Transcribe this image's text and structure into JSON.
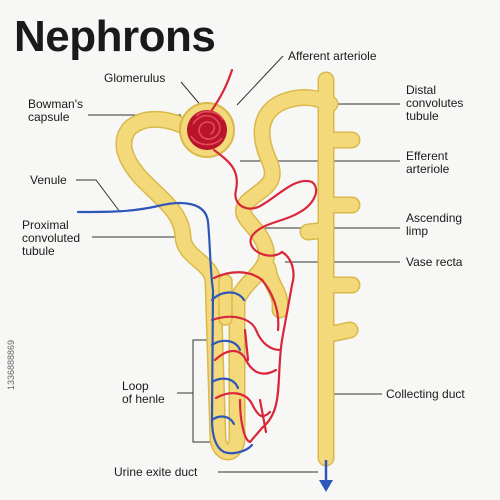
{
  "title": "Nephrons",
  "labels": {
    "afferent": "Afferent arteriole",
    "glomerulus": "Glomerulus",
    "bowmans": "Bowman's\ncapsule",
    "distal": "Distal\nconvolutes\ntubule",
    "efferent": "Efferent\narteriole",
    "venule": "Venule",
    "proximal": "Proximal\nconvoluted\ntubule",
    "ascending": "Ascending\nlimp",
    "vase_recta": "Vase recta",
    "loop": "Loop\nof henle",
    "collecting": "Collecting duct",
    "urine": "Urine exite duct"
  },
  "stock_id": "1336888869",
  "colors": {
    "tubule": "#f3d97a",
    "tubule_edge": "#d9b94a",
    "artery": "#d9263a",
    "vein": "#2f57b8",
    "glomerulus": "#b8142a"
  }
}
